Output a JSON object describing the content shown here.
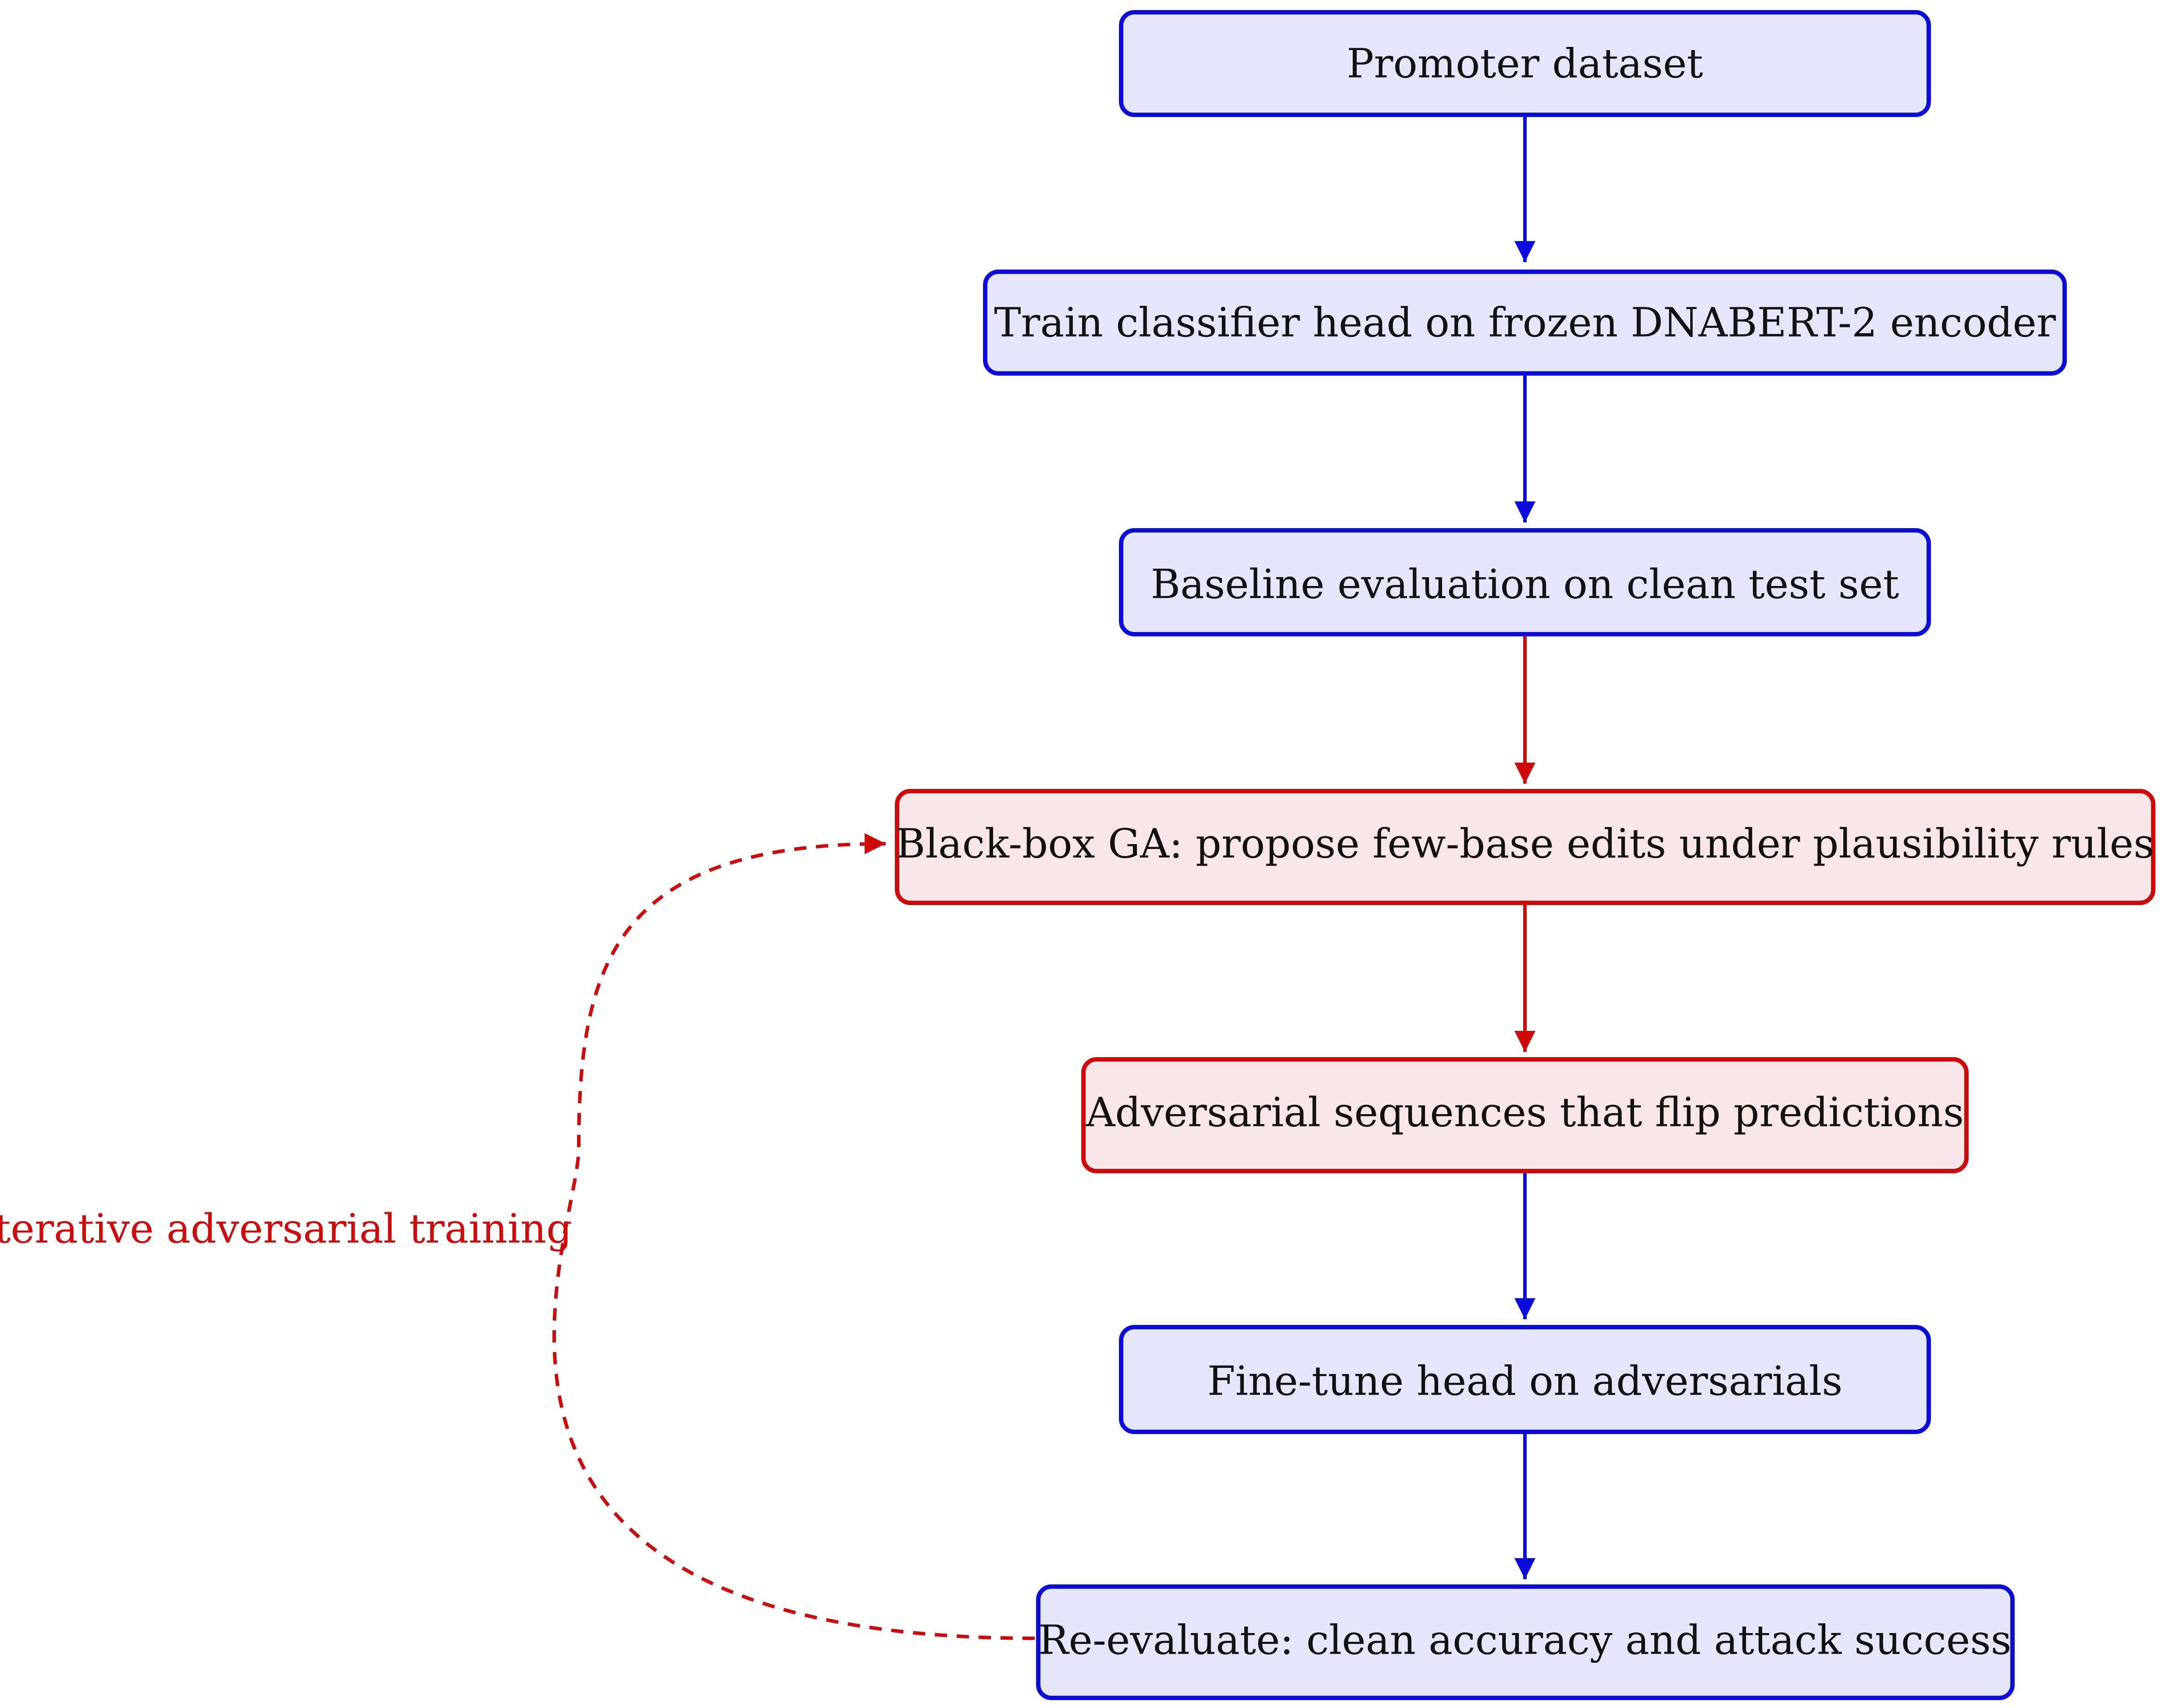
{
  "colors": {
    "blue_stroke": "#0b0bdc",
    "blue_fill": "#e6e6fa",
    "red_stroke": "#cf0a0a",
    "red_fill": "#f9e6e6",
    "text": "#111111"
  },
  "nodes": [
    {
      "id": "promoter-dataset",
      "label": "Promoter dataset",
      "style": "blue"
    },
    {
      "id": "train-classifier",
      "label": "Train classifier head on frozen DNABERT-2 encoder",
      "style": "blue"
    },
    {
      "id": "baseline-eval",
      "label": "Baseline evaluation on clean test set",
      "style": "blue"
    },
    {
      "id": "black-box-ga",
      "label": "Black-box GA: propose few-base edits under plausibility rules",
      "style": "red"
    },
    {
      "id": "adversarial-seqs",
      "label": "Adversarial sequences that flip predictions",
      "style": "red"
    },
    {
      "id": "fine-tune",
      "label": "Fine-tune head on adversarials",
      "style": "blue"
    },
    {
      "id": "re-evaluate",
      "label": "Re-evaluate: clean accuracy and attack success",
      "style": "blue"
    }
  ],
  "edges": [
    {
      "from": "promoter-dataset",
      "to": "train-classifier",
      "style": "blue"
    },
    {
      "from": "train-classifier",
      "to": "baseline-eval",
      "style": "blue"
    },
    {
      "from": "baseline-eval",
      "to": "black-box-ga",
      "style": "red"
    },
    {
      "from": "black-box-ga",
      "to": "adversarial-seqs",
      "style": "red"
    },
    {
      "from": "adversarial-seqs",
      "to": "fine-tune",
      "style": "blue"
    },
    {
      "from": "fine-tune",
      "to": "re-evaluate",
      "style": "blue"
    }
  ],
  "loop": {
    "from": "re-evaluate",
    "to": "black-box-ga",
    "label": "Iterative adversarial training"
  }
}
